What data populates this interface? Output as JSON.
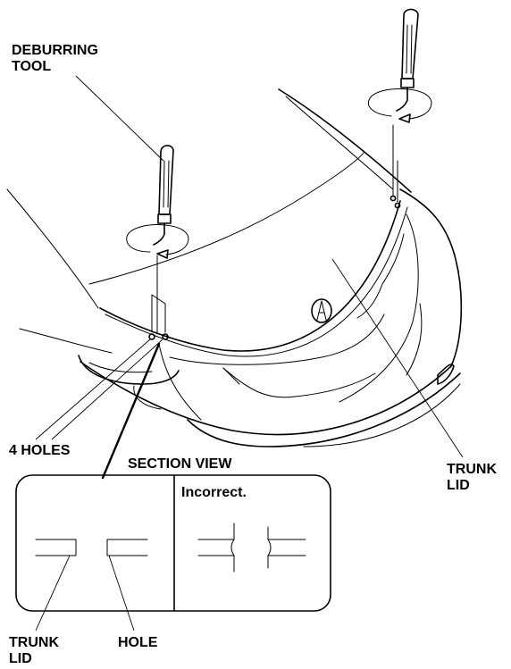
{
  "labels": {
    "deburring_tool_line1": "DEBURRING",
    "deburring_tool_line2": "TOOL",
    "four_holes": "4 HOLES",
    "section_view": "SECTION VIEW",
    "trunk_lid_right_line1": "TRUNK",
    "trunk_lid_right_line2": "LID",
    "incorrect": "Incorrect.",
    "trunk_lid_bottom_line1": "TRUNK",
    "trunk_lid_bottom_line2": "LID",
    "hole": "HOLE"
  },
  "icons": {
    "emblem": "acura-emblem-icon",
    "tool": "deburring-tool-icon",
    "rotation": "rotation-arrow-icon"
  },
  "colors": {
    "line": "#000000",
    "background": "#ffffff"
  }
}
